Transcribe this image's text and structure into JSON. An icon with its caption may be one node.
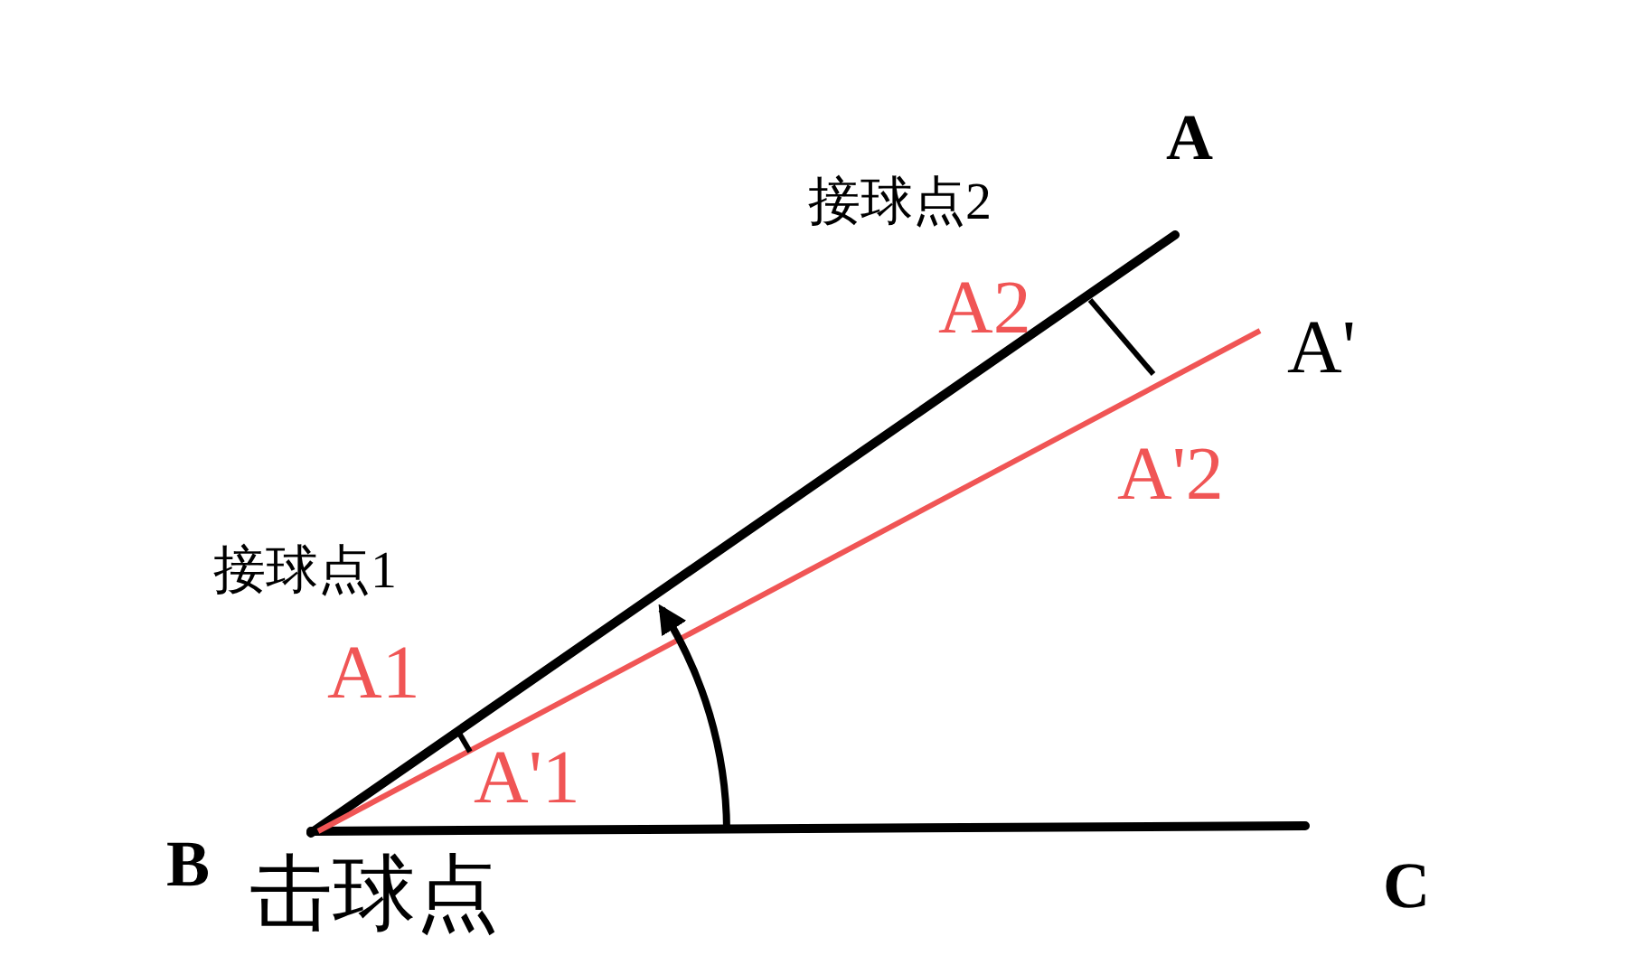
{
  "diagram": {
    "labels": [
      "A",
      "接球点2",
      "A2",
      "A'",
      "A'2",
      "接球点1",
      "A1",
      "A'1",
      "B",
      "击球点",
      "C"
    ]
  }
}
